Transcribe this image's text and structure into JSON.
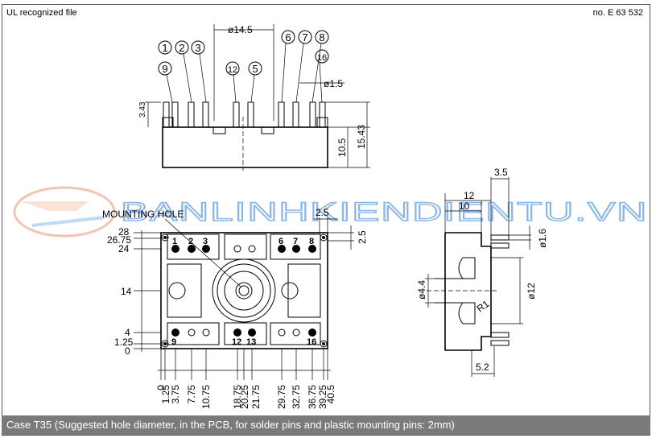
{
  "header": {
    "left_text": "UL recognized file",
    "right_text": "no. E 63 532"
  },
  "caption": "Case T35 (Suggested hole diameter, in the PCB, for solder pins and plastic mounting pins: 2mm)",
  "watermark": {
    "text": "BANLINHKIENDIENTU.VN",
    "color": "#2a7bd4"
  },
  "side_view": {
    "pin_callouts_top": [
      "1",
      "2",
      "3",
      "6",
      "7",
      "8"
    ],
    "pin_callouts_mid": [
      "9",
      "12",
      "5",
      "16"
    ],
    "dim_width": "ø14.5",
    "dim_pin": "ø1.5",
    "dim_pin_height": "3.43",
    "dim_body_height": "10.5",
    "dim_total_height": "15.43"
  },
  "top_view": {
    "mounting_hole_label": "MOUNTING HOLE",
    "pin_labels_top": [
      "1",
      "2",
      "3",
      "6",
      "7",
      "8"
    ],
    "pin_labels_bottom": [
      "9",
      "12",
      "13",
      "16"
    ],
    "dim_corner": "2.5",
    "dim_corner_side": "2.5",
    "y_labels": [
      "28",
      "26.75",
      "24",
      "14",
      "4",
      "1.25",
      "0"
    ],
    "x_labels": [
      "0",
      "1.25",
      "3.75",
      "7.75",
      "10.75",
      "18.75",
      "20.25",
      "21.75",
      "29.75",
      "32.75",
      "36.75",
      "39.25",
      "40.5"
    ]
  },
  "end_view": {
    "dim_12": "12",
    "dim_10": "10",
    "dim_3_5": "3.5",
    "dim_pin": "ø1.6",
    "dim_bore": "ø12",
    "dim_hole": "ø4.4",
    "dim_radius": "R1",
    "dim_5_2": "5.2"
  }
}
